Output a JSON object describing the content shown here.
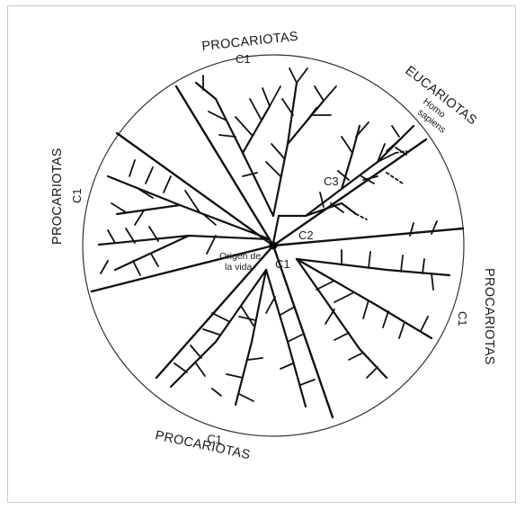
{
  "labels": {
    "top_group": "PROCARIOTAS",
    "top_c": "C1",
    "left_group": "PROCARIOTAS",
    "left_c": "C1",
    "bottom_c": "C1",
    "bottom_group": "PROCARIOTAS",
    "right_c": "C1",
    "right_group": "PROCARIOTAS",
    "euk_group": "EUCARIOTAS",
    "homo_1": "Homo",
    "homo_2": "sapiens",
    "c3": "C3",
    "c2": "C2",
    "center_c1": "C1",
    "origin_1": "Origen de",
    "origin_2": "la vida"
  }
}
